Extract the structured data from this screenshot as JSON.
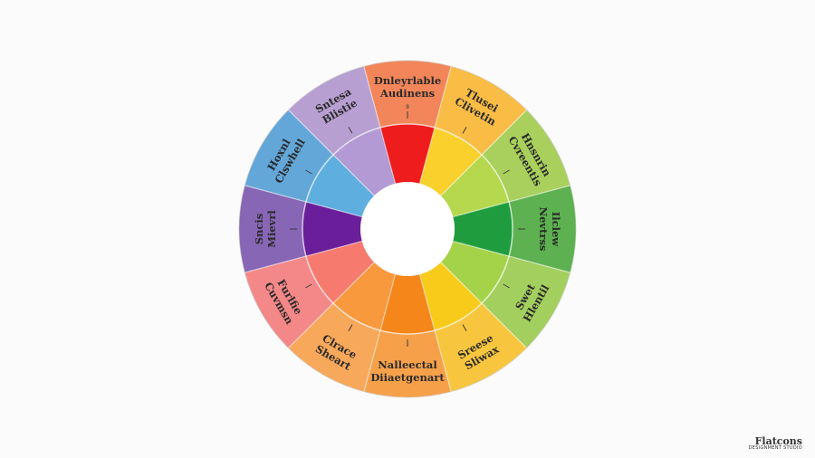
{
  "wheel": {
    "segments": [
      {
        "label": [
          "Dnleyrlable",
          "Audinens"
        ],
        "sub": "8",
        "outer": "#f2865a",
        "inner": "#ee1c1c"
      },
      {
        "label": [
          "Tlusei",
          "Clivetin"
        ],
        "sub": "",
        "outer": "#f9bc45",
        "inner": "#fad02c"
      },
      {
        "label": [
          "Hnsnrin",
          "Cvreentis"
        ],
        "sub": "",
        "outer": "#a9d05c",
        "inner": "#b6d84e"
      },
      {
        "label": [
          "Ilclew",
          "Nevtrss"
        ],
        "sub": "",
        "outer": "#5db150",
        "inner": "#1f9d3e"
      },
      {
        "label": [
          "Swet",
          "Hlentil"
        ],
        "sub": "",
        "outer": "#a3cf5e",
        "inner": "#a4d34a"
      },
      {
        "label": [
          "Sreese",
          "Sliwax"
        ],
        "sub": "",
        "outer": "#f8c63e",
        "inner": "#f8cb1a"
      },
      {
        "label": [
          "Nalleectal",
          "Diiaetgenart"
        ],
        "sub": "",
        "outer": "#f6a14a",
        "inner": "#f4861a"
      },
      {
        "label": [
          "Clrace",
          "Sheart"
        ],
        "sub": "",
        "outer": "#f8a85a",
        "inner": "#f8993e"
      },
      {
        "label": [
          "Furlfie",
          "Cuvmsn"
        ],
        "sub": "",
        "outer": "#f48888",
        "inner": "#f77a6e"
      },
      {
        "label": [
          "Sncis",
          "Mievrl"
        ],
        "sub": "",
        "outer": "#8766b6",
        "inner": "#6a1e99"
      },
      {
        "label": [
          "Hoxnl",
          "Clswhell"
        ],
        "sub": "",
        "outer": "#63a7d8",
        "inner": "#5faee0"
      },
      {
        "label": [
          "Sntesa",
          "Blistie"
        ],
        "sub": "",
        "outer": "#b89fd2",
        "inner": "#b39ad4"
      }
    ]
  },
  "watermark": {
    "title": "Flatcons",
    "subtitle": "DESIGNMENT STUDIO"
  }
}
